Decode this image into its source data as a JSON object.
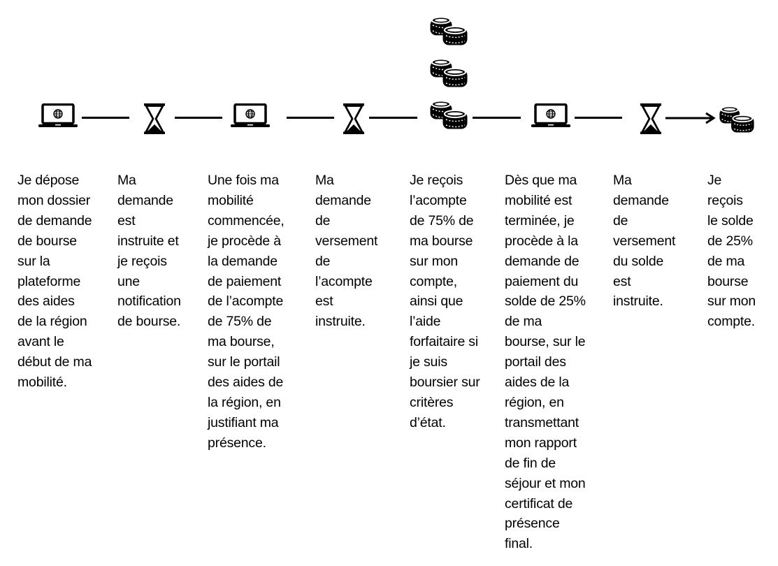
{
  "colors": {
    "ink": "#000000",
    "background": "#ffffff"
  },
  "icons": [
    "laptop-globe-icon",
    "hourglass-icon",
    "coins-icon",
    "arrow-right-icon"
  ],
  "steps": [
    {
      "icon": "laptop-globe-icon",
      "text": "Je dépose\nmon dossier\nde demande\nde bourse\nsur la\nplateforme\ndes aides\nde la région\navant le\ndébut de ma\nmobilité."
    },
    {
      "icon": "hourglass-icon",
      "text": "Ma\ndemande\nest\ninstruite et\nje reçois\nune\nnotification\nde bourse."
    },
    {
      "icon": "laptop-globe-icon",
      "text": "Une fois ma\nmobilité\ncommencée,\nje procède à\nla demande\nde paiement\nde l’acompte\nde 75% de\nma bourse,\nsur le portail\ndes aides de\nla région, en\njustifiant ma\nprésence."
    },
    {
      "icon": "hourglass-icon",
      "text": "Ma\ndemande\nde\nversement\nde\nl’acompte\nest\ninstruite."
    },
    {
      "icon": "coins-icon",
      "text": "Je reçois\nl’acompte\nde 75% de\nma bourse\nsur mon\ncompte,\nainsi que\nl’aide\nforfaitaire si\nje suis\nboursier sur\ncritères\nd’état."
    },
    {
      "icon": "laptop-globe-icon",
      "text": "Dès que ma\nmobilité est\nterminée, je\nprocède à la\ndemande de\npaiement du\nsolde de 25%\nde ma\nbourse, sur le\nportail des\naides de la\nrégion, en\ntransmettant\nmon rapport\nde fin de\nséjour et mon\ncertificat de\nprésence\nfinal."
    },
    {
      "icon": "hourglass-icon",
      "text": "Ma\ndemande\nde\nversement\ndu solde\nest\ninstruite."
    },
    {
      "icon": "coins-icon",
      "text": "Je\nreçois\nle solde\nde 25%\nde ma\nbourse\nsur mon\ncompte."
    }
  ]
}
